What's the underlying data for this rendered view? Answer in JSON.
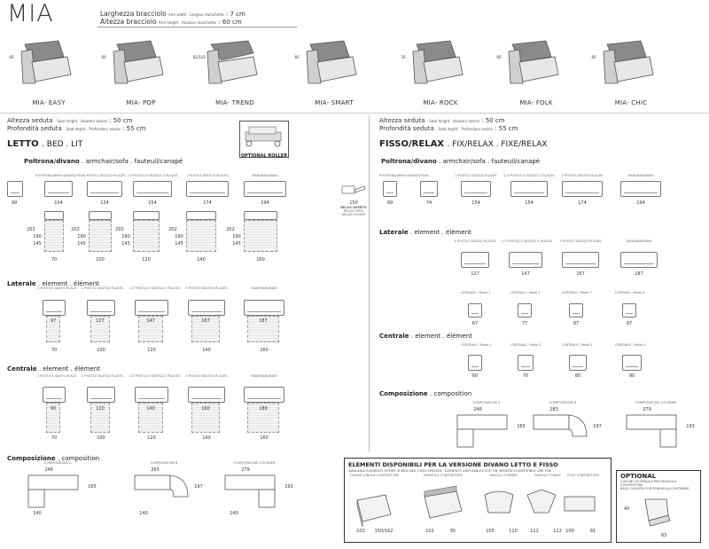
{
  "header": {
    "title": "MIA",
    "arm_width_it": "Larghezza bracciolo",
    "arm_width_en_fr": "Arm width . Largeur manchette",
    "arm_width_value": ": 7 cm",
    "arm_height_it": "Altezza bracciolo",
    "arm_height_en_fr": "Arm height . Hauteur manchette",
    "arm_height_value": ": 60 cm"
  },
  "arms": [
    {
      "label": "MIA- EASY",
      "height": "60"
    },
    {
      "label": "MIA- POP",
      "height": "60"
    },
    {
      "label": "MIA- TREND",
      "height": "82/102"
    },
    {
      "label": "MIA- SMART",
      "height": "60"
    },
    {
      "label": "MIA- ROCK",
      "height": "76"
    },
    {
      "label": "MIA- FOLK",
      "height": "60"
    },
    {
      "label": "MIA- CHIC",
      "height": "60"
    }
  ],
  "seat_left": {
    "h_it": "Altezza seduta",
    "h_en_fr": ". Seat height . Hauteur assise",
    "h_val": ": 50 cm",
    "d_it": "Profondità seduta",
    "d_en_fr": ". Seat depht . Profondeur assise",
    "d_val": ": 55 cm"
  },
  "seat_right": {
    "h_it": "Altezza seduta",
    "h_en_fr": ". Seat height . Hauteur assise",
    "h_val": ": 50 cm",
    "d_it": "Profondità seduta",
    "d_en_fr": ". Seat depht . Profondeur assise",
    "d_val": ": 55 cm"
  },
  "optional_roller": "OPTIONAL ROLLER",
  "left": {
    "heading_main": "LETTO",
    "heading_rest": ". BED . LIT",
    "sofa_heading": "Poltrona/divano",
    "sofa_heading_rest": ". armchair/sofa . fauteuil/canapé",
    "sofa_caps": [
      "POLTRONA/ARMCHAIR/FAUTEUIL",
      "2 POSTI/2 SEATS/2 PLACES",
      "2,5 POSTI/2,5 SEATS/2,5 PLACES",
      "3 POSTI/3 SEATS/3 PLACES",
      "MAXI/MAXI/MAXI"
    ],
    "sofa_widths": [
      "99",
      "104",
      "134",
      "154",
      "174",
      "194"
    ],
    "bed_dims": {
      "total": "202",
      "a": "190",
      "b": "145"
    },
    "bed_widths": [
      "70",
      "100",
      "120",
      "140",
      "160"
    ],
    "laterale_heading": "Laterale",
    "laterale_rest": ". element . élément",
    "lat_caps": [
      "1 POSTO/1 SEAT/1 PLACE",
      "2 POSTI/2 SEATS/2 PLACES",
      "2,5 POSTI/2,5 SEATS/2,5 PLACES",
      "3 POSTI/3 SEATS/3 PLACES",
      "MAXI/MAXI/MAXI"
    ],
    "lat_inner": [
      "97",
      "127",
      "147",
      "167",
      "187"
    ],
    "lat_widths": [
      "70",
      "100",
      "120",
      "140",
      "160"
    ],
    "centrale_heading": "Centrale",
    "centrale_rest": ". element . élément",
    "cen_caps": [
      "1 POSTO/1 SEAT/1 PLACE",
      "2 POSTI/2 SEATS/2 PLACES",
      "2,5 POSTI/2,5 SEATS/2,5 PLACES",
      "3 POSTI/3 SEATS/3 PLACES",
      "MAXI/MAXI/MAXI"
    ],
    "cen_inner": [
      "90",
      "120",
      "140",
      "160",
      "180"
    ],
    "cen_widths": [
      "70",
      "100",
      "120",
      "140",
      "160"
    ],
    "composizione_heading": "Composizione",
    "composizione_rest": ". composition",
    "comp_caps": [
      "COMPOSIZIONE A",
      "COMPOSIZIONE B",
      "COMPOSIZIONE C/CORNER"
    ],
    "comp_top": [
      "246",
      "265",
      "279"
    ],
    "comp_side": [
      "165",
      "197",
      "193"
    ],
    "comp_bottom": [
      "140",
      "140",
      "140"
    ]
  },
  "right": {
    "heading_main": "FISSO/RELAX",
    "heading_rest": ". FIX/RELAX . FIXE/RELAX",
    "sofa_heading": "Poltrona/divano",
    "sofa_heading_rest": ". armchair/sofa . fauteuil/canapé",
    "relax_caps": [
      "RELAX APERTO",
      "RELAX OPEN",
      "RELAX OUVERT"
    ],
    "relax_width": "150",
    "sofa_caps": [
      "POLTRONA/ARMCHAIR/FAUTEUIL",
      "2 POSTI/2 SEATS/2 PLACES",
      "2,5 POSTI/2,5 SEATS/2,5 PLACES",
      "3 POSTI/3 SEATS/3 PLACES",
      "MAXI/MAXI/MAXI"
    ],
    "sofa_widths": [
      "89",
      "74",
      "154",
      "154",
      "174",
      "194"
    ],
    "laterale_heading": "Laterale",
    "laterale_rest": ". element . élément",
    "lat_caps": [
      "2 POSTI/2 SEATS/2 PLACES",
      "2,5 POSTI/2,5 SEATS/2,5 PLACES",
      "3 POSTI/3 SEATS/3 PLACES",
      "MAXI/MAXI/MAXI"
    ],
    "lat_widths": [
      "127",
      "147",
      "167",
      "187"
    ],
    "lat_small_caps": [
      "LATERALE / Posto 1",
      "LATERALE / Posto 2",
      "LATERALE / Posto 3",
      "LATERALE / Posto 4"
    ],
    "lat_small_widths": [
      "67",
      "77",
      "87",
      "97"
    ],
    "centrale_heading": "Centrale",
    "centrale_rest": ". element . élément",
    "cen_caps": [
      "CENTRALE / Posto 1",
      "CENTRALE / Posto 2",
      "CENTRALE / Posto 3",
      "CENTRALE / Posto 4"
    ],
    "cen_widths": [
      "60",
      "70",
      "80",
      "90"
    ],
    "composizione_heading": "Composizione",
    "composizione_rest": ". composition",
    "comp_caps": [
      "COMPOSIZIONE A",
      "COMPOSIZIONE B",
      "COMPOSIZIONE C/CORNER"
    ],
    "comp_top": [
      "246",
      "283",
      "279"
    ],
    "comp_side": [
      "165",
      "197",
      "193"
    ]
  },
  "available": {
    "title": "ELEMENTI DISPONIBILI PER LA VERSIONE DIVANO LETTO E FISSO",
    "subtitle": "AVAILABLE ELEMENTS EITHER IN BED AND FIXED VERSION . ELEMENTS DISPONIBLES SOIT EN VERSION CONVERTIBLE QUE FIXE",
    "items": [
      {
        "cap": "CHAISE LONGUE CONTENITORE",
        "w": "102",
        "d": "150/162"
      },
      {
        "cap": "PENISOLA CONTENITORE",
        "w": "102",
        "d": "95"
      },
      {
        "cap": "ANGOLO CORNER",
        "w": "105",
        "d": "110"
      },
      {
        "cap": "ANGOLO TONDO",
        "w": "112",
        "d": "112"
      },
      {
        "cap": "POUF CONTENITORE",
        "w": "100",
        "d": "81"
      }
    ]
  },
  "optional": {
    "title": "OPTIONAL",
    "subtitle": "CUSCINO SCHIENALE PER PENISOLA CONTENITORE",
    "subtitle2": "BACK CUSHION FOR PENINSULA CONTAINER",
    "dims": [
      "40",
      "63"
    ]
  }
}
